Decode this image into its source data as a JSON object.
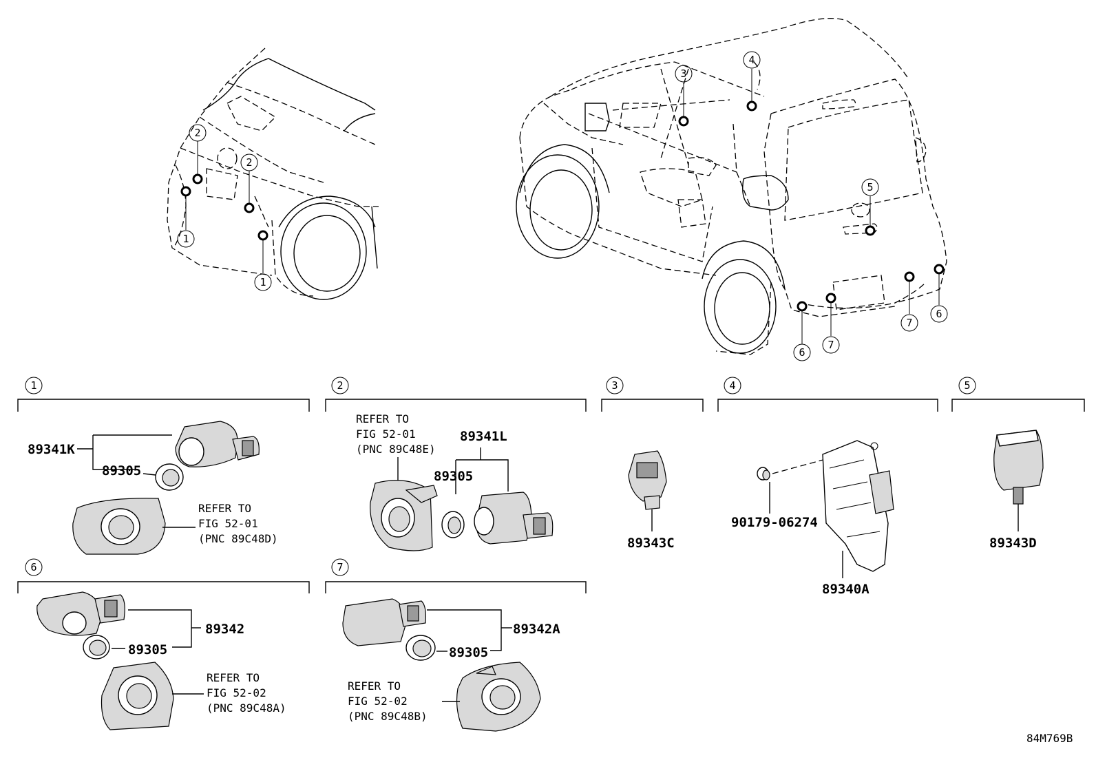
{
  "diagram": {
    "code": "84M769B",
    "callouts": [
      "1",
      "2",
      "3",
      "4",
      "5",
      "6",
      "7"
    ],
    "sections": {
      "s1": {
        "number": "1",
        "parts": [
          "89341K",
          "89305"
        ],
        "ref": [
          "REFER TO",
          "FIG 52-01",
          "(PNC 89C48D)"
        ]
      },
      "s2": {
        "number": "2",
        "parts": [
          "89341L",
          "89305"
        ],
        "ref": [
          "REFER TO",
          "FIG 52-01",
          "(PNC 89C48E)"
        ]
      },
      "s3": {
        "number": "3",
        "parts": [
          "89343C"
        ]
      },
      "s4": {
        "number": "4",
        "parts": [
          "90179-06274",
          "89340A"
        ]
      },
      "s5": {
        "number": "5",
        "parts": [
          "89343D"
        ]
      },
      "s6": {
        "number": "6",
        "parts": [
          "89342",
          "89305"
        ],
        "ref": [
          "REFER TO",
          "FIG 52-02",
          "(PNC 89C48A)"
        ]
      },
      "s7": {
        "number": "7",
        "parts": [
          "89342A",
          "89305"
        ],
        "ref": [
          "REFER TO",
          "FIG 52-02",
          "(PNC 89C48B)"
        ]
      }
    }
  }
}
